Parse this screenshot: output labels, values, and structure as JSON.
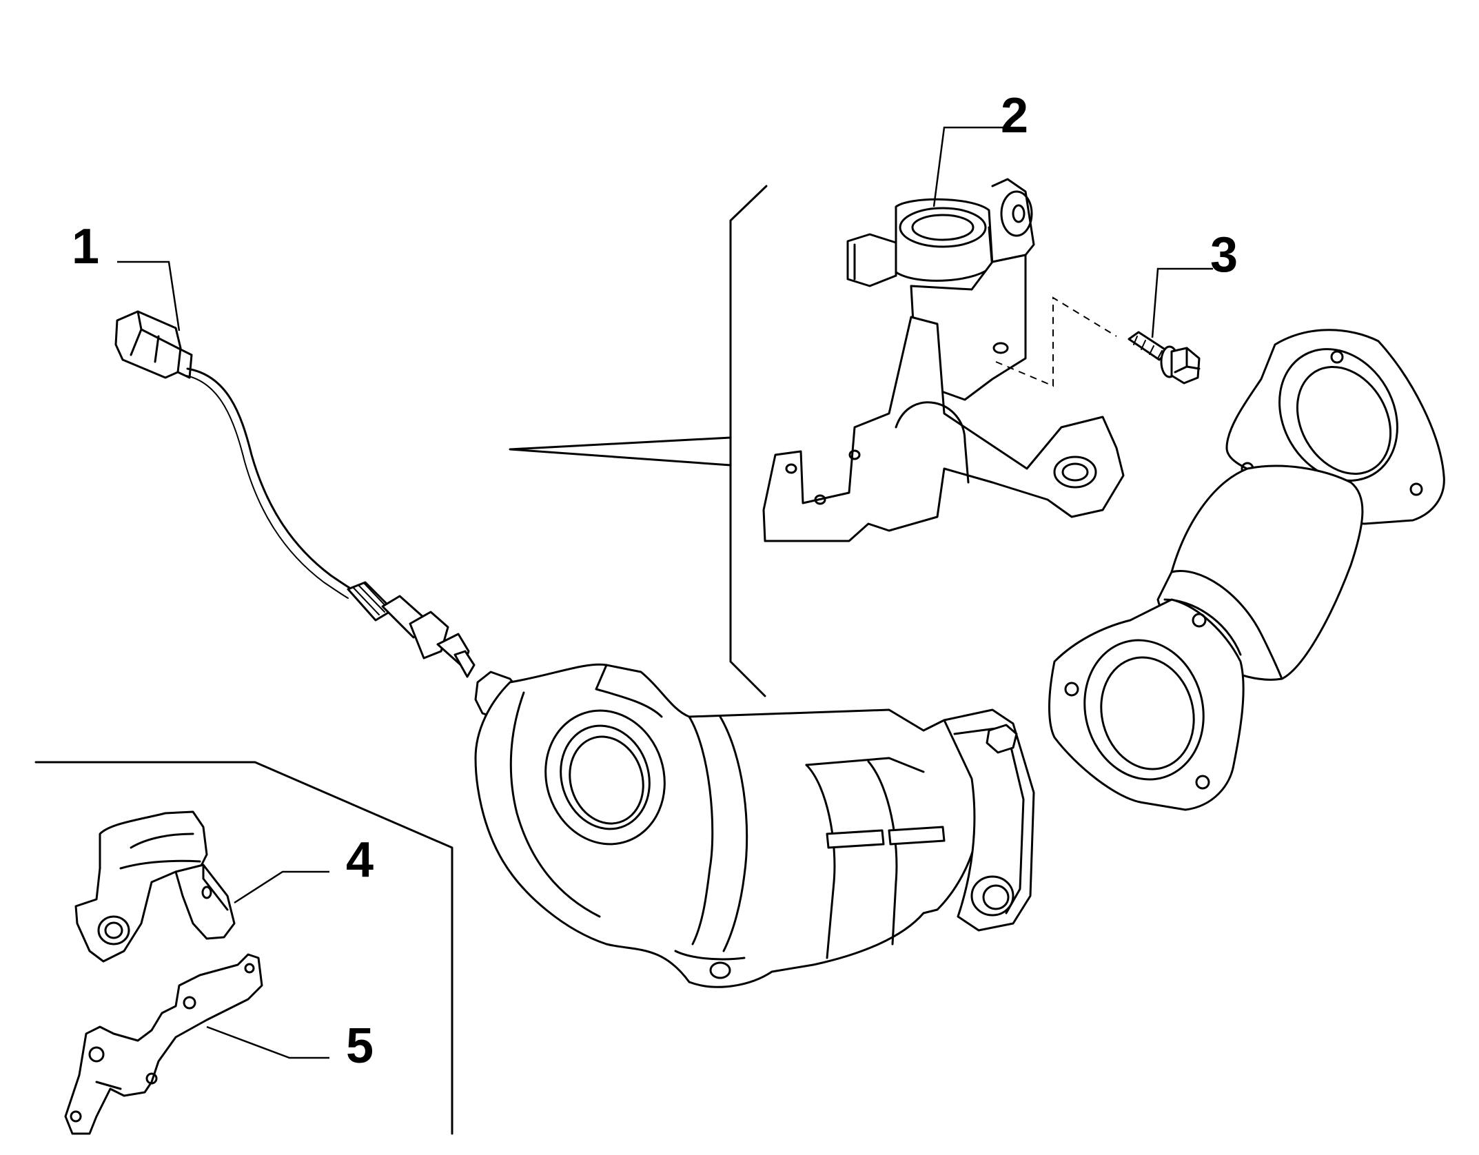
{
  "parts": [
    {
      "number": "1",
      "name": "oxygen-sensor"
    },
    {
      "number": "2",
      "name": "mounting-bracket"
    },
    {
      "number": "3",
      "name": "flange-bolt"
    },
    {
      "number": "4",
      "name": "heat-shield-bracket"
    },
    {
      "number": "5",
      "name": "support-plate"
    }
  ]
}
